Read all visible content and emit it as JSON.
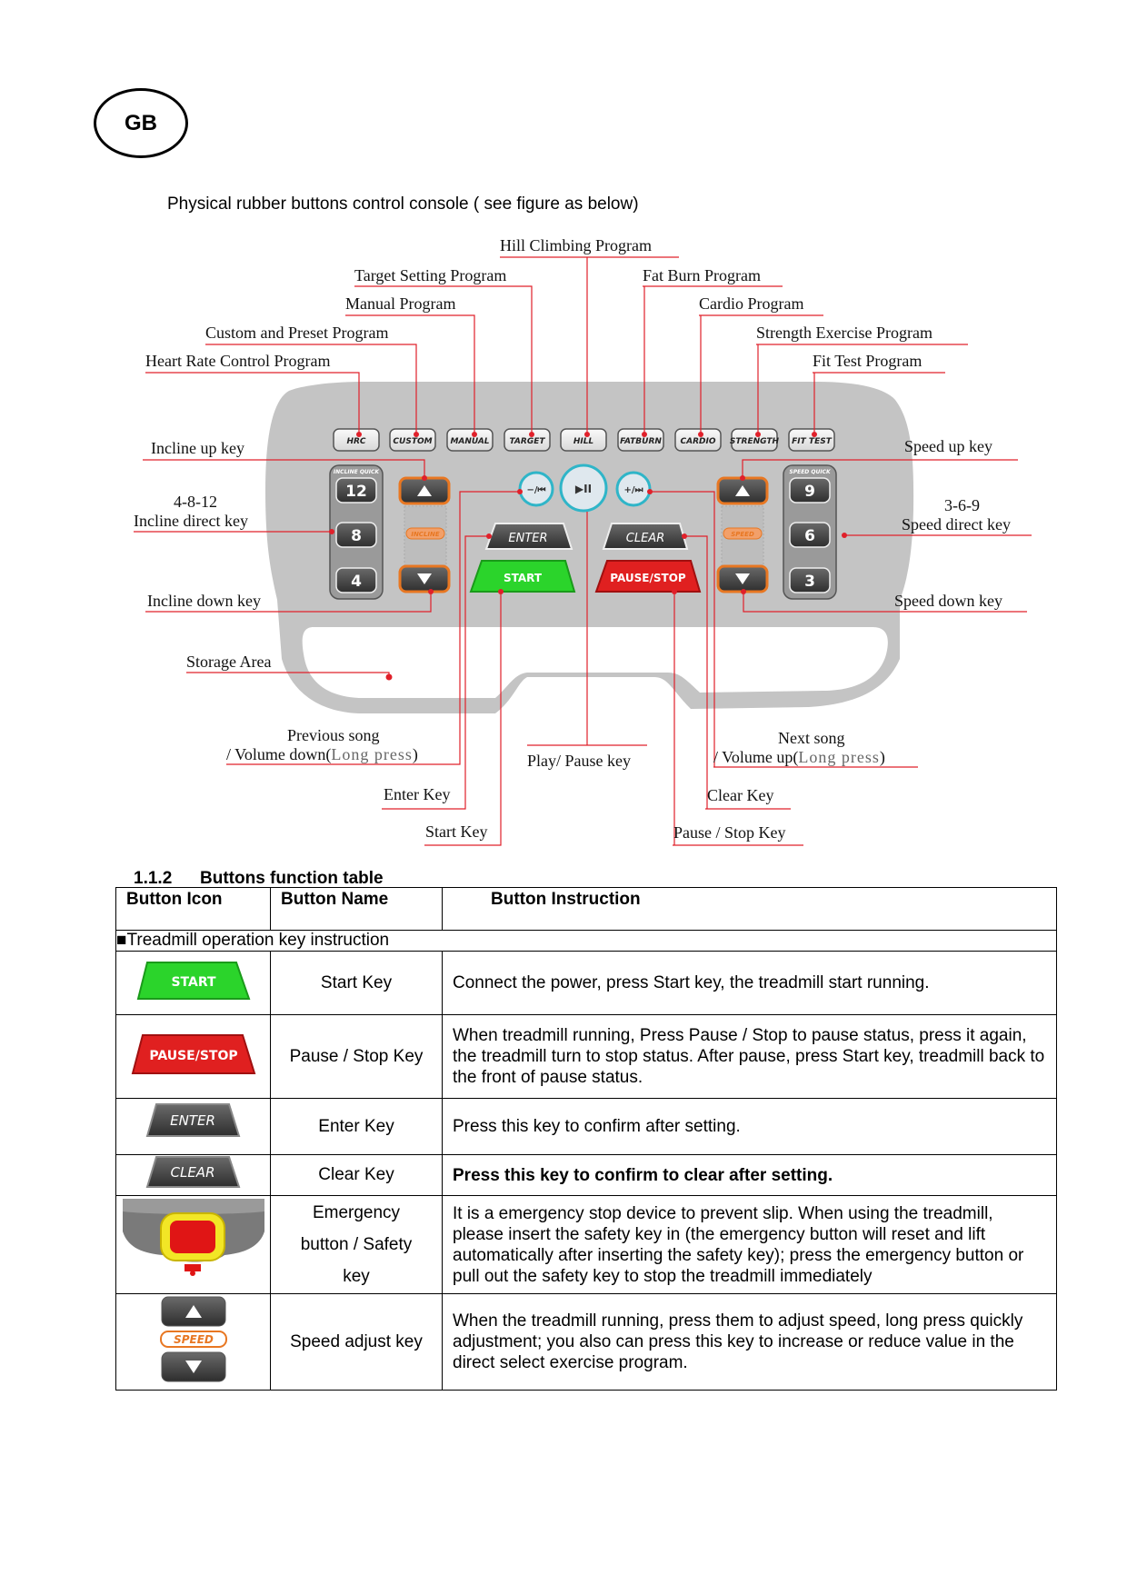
{
  "header": {
    "badge": "GB"
  },
  "intro": "Physical rubber buttons control console ( see figure as below)",
  "figure": {
    "callouts": {
      "hill": "Hill Climbing Program",
      "target": "Target Setting Program",
      "fatburn": "Fat Burn Program",
      "manual": "Manual Program",
      "cardio": "Cardio Program",
      "custom": "Custom and Preset Program",
      "strength": "Strength Exercise Program",
      "hrc": "Heart Rate Control Program",
      "fittest": "Fit Test Program",
      "incline_up": "Incline up key",
      "speed_up": "Speed  up  key",
      "incline_direct_1": "4-8-12",
      "incline_direct_2": "Incline direct key",
      "speed_direct_1": "3-6-9",
      "speed_direct_2": "Speed direct key",
      "incline_down": "Incline down key",
      "speed_down": "Speed  down  key",
      "storage": "Storage Area",
      "prev_1": "Previous song",
      "prev_2": "/ Volume down(",
      "prev_3": "Long press",
      "prev_4": ")",
      "next_1": "Next song",
      "next_2": "/ Volume up(",
      "next_3": "Long press",
      "next_4": ")",
      "play": "Play/ Pause key",
      "enter": "Enter Key",
      "clear": "Clear Key",
      "start": "Start Key",
      "pause": "Pause / Stop Key"
    },
    "console_buttons": {
      "programs": [
        "HRC",
        "CUSTOM",
        "MANUAL",
        "TARGET",
        "HILL",
        "FATBURN",
        "CARDIO",
        "STRENGTH",
        "FIT TEST"
      ],
      "incline_quick_title": "INCLINE QUICK",
      "speed_quick_title": "SPEED QUICK",
      "incline_values": [
        "12",
        "8",
        "4"
      ],
      "speed_values": [
        "9",
        "6",
        "3"
      ],
      "incline_tag": "INCLINE",
      "speed_tag": "SPEED",
      "enter": "ENTER",
      "clear": "CLEAR",
      "start": "START",
      "pause_stop": "PAUSE/STOP",
      "prev": "−/⏮",
      "play": "▶II",
      "next": "+/⏭"
    }
  },
  "section": {
    "number": "1.1.2",
    "title": "Buttons function table"
  },
  "table": {
    "headers": [
      "Button Icon",
      "Button Name",
      "Button Instruction"
    ],
    "group_row": "■Treadmill operation key instruction",
    "rows": [
      {
        "icon_label": "START",
        "name": "Start Key",
        "instruction": "Connect the power, press Start key, the treadmill start running."
      },
      {
        "icon_label": "PAUSE/STOP",
        "name": "Pause / Stop Key",
        "instruction": "When treadmill running, Press Pause / Stop to pause status, press it again, the treadmill turn to stop status. After pause, press Start key, treadmill back to the front of pause status."
      },
      {
        "icon_label": "ENTER",
        "name": "Enter Key",
        "instruction": "Press this key to confirm after setting."
      },
      {
        "icon_label": "CLEAR",
        "name": "Clear Key",
        "instruction": "Press this key to confirm to clear after setting."
      },
      {
        "name_1": "Emergency",
        "name_2": "button / Safety",
        "name_3": "key",
        "instruction": "It is a emergency stop device to prevent slip. When using the treadmill, please insert the safety key in (the emergency button will reset and lift automatically after inserting the safety key); press the emergency button or pull out the safety key to stop the treadmill immediately"
      },
      {
        "icon_label": "SPEED",
        "name": "Speed adjust key",
        "instruction": "When the treadmill running, press them to adjust speed, long press quickly adjustment; you also can press this key to increase or reduce value in the direct select exercise program."
      }
    ]
  },
  "colors": {
    "callout_line": "#e0202a",
    "console_gray": "#c4c4c4",
    "start_green": "#2bd42b",
    "pause_red": "#e02020",
    "accent_orange": "#e87722"
  }
}
